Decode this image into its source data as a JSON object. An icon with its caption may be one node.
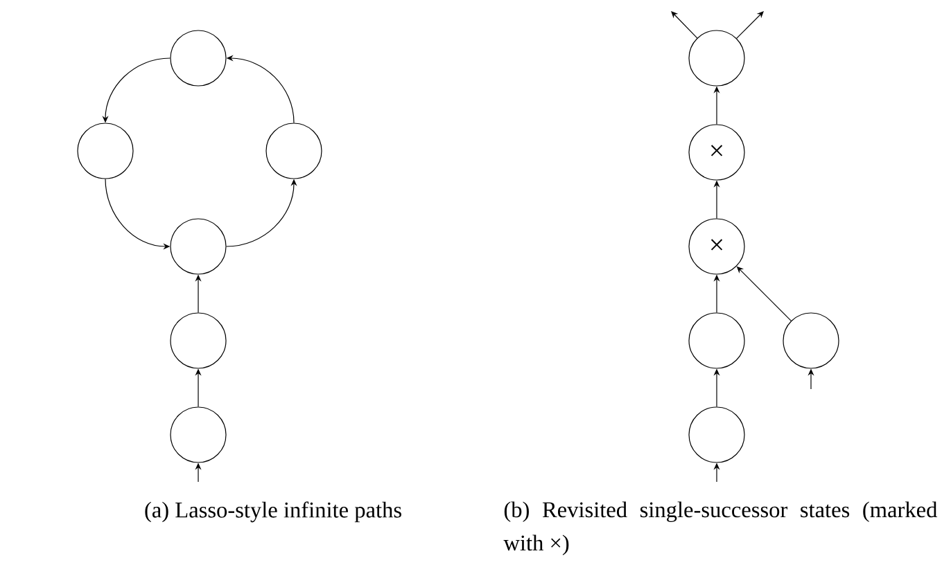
{
  "diagram": {
    "nodes": [
      {
        "text": [],
        "shape": "circle"
      },
      {
        "text": [],
        "shape": "circle"
      },
      {
        "text": [],
        "shape": "circle"
      },
      {
        "text": [],
        "shape": "circle"
      },
      {
        "text": [],
        "shape": "circle"
      },
      {
        "text": [],
        "shape": "circle"
      },
      {
        "text": [],
        "shape": "circle"
      },
      {
        "text": [
          "×"
        ]
      },
      {
        "text": [
          "×"
        ]
      },
      {
        "text": [],
        "shape": "circle"
      },
      {
        "text": [],
        "shape": "circle"
      },
      {
        "text": [],
        "shape": "circle"
      }
    ],
    "edges": [
      {
        "from": null,
        "to": 5,
        "arrow": "to"
      },
      {
        "from": 5,
        "to": 4,
        "arrow": "to"
      },
      {
        "from": 4,
        "to": 3,
        "arrow": "to"
      },
      {
        "from": 3,
        "to": 2,
        "arrow": "to"
      },
      {
        "from": 2,
        "to": 0,
        "arrow": "to"
      },
      {
        "from": 0,
        "to": 1,
        "arrow": "to"
      },
      {
        "from": 1,
        "to": 3,
        "arrow": "to"
      },
      {
        "from": null,
        "to": 11,
        "arrow": "to"
      },
      {
        "from": 11,
        "to": 9,
        "arrow": "to"
      },
      {
        "from": 9,
        "to": 8,
        "arrow": "to"
      },
      {
        "from": 8,
        "to": 7,
        "arrow": "to"
      },
      {
        "from": 7,
        "to": 6,
        "arrow": "to"
      },
      {
        "from": 6,
        "to": null,
        "arrow": "to"
      },
      {
        "from": 6,
        "to": null,
        "arrow": "to"
      },
      {
        "from": null,
        "to": 10,
        "arrow": "to"
      },
      {
        "from": 10,
        "to": 8,
        "arrow": "to"
      }
    ],
    "labels": [
      "(a) Lasso-style infinite paths",
      "(b) Revisited single-successor states (marked with ×)"
    ]
  }
}
